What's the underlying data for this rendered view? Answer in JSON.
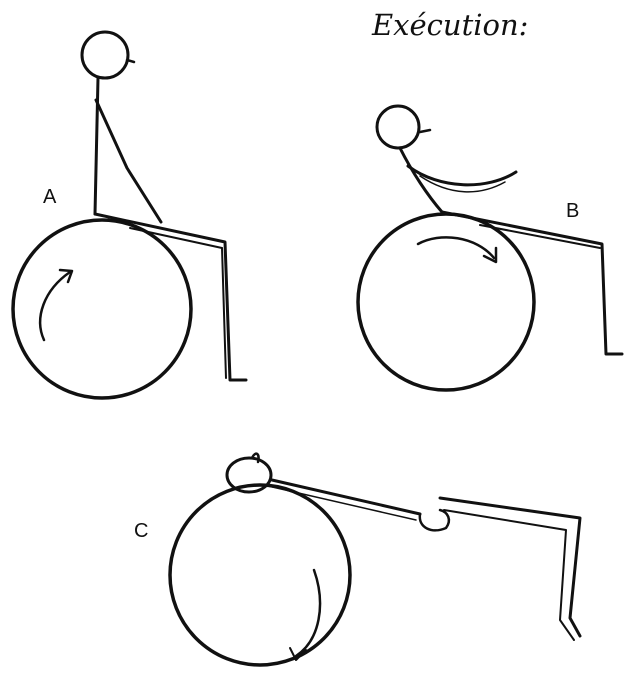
{
  "title": "Exécution:",
  "panels": [
    {
      "label": "A"
    },
    {
      "label": "B"
    },
    {
      "label": "C"
    }
  ]
}
